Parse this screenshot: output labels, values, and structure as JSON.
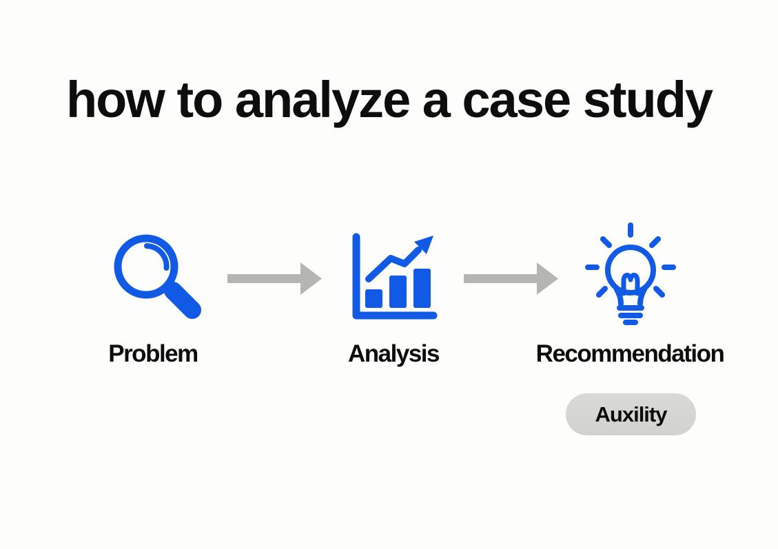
{
  "title": "how to analyze a case study",
  "steps": [
    {
      "label": "Problem",
      "icon": "magnifying-glass-icon"
    },
    {
      "label": "Analysis",
      "icon": "bar-chart-trend-icon"
    },
    {
      "label": "Recommendation",
      "icon": "lightbulb-icon"
    }
  ],
  "connectors": [
    {
      "icon": "arrow-right-icon"
    },
    {
      "icon": "arrow-right-icon"
    }
  ],
  "badge": {
    "label": "Auxility"
  },
  "colors": {
    "accent": "#115ae6",
    "arrow": "#b5b5b3",
    "badge_bg": "#d5d5d2",
    "text": "#0d0d0d",
    "background": "#fdfdfc"
  }
}
